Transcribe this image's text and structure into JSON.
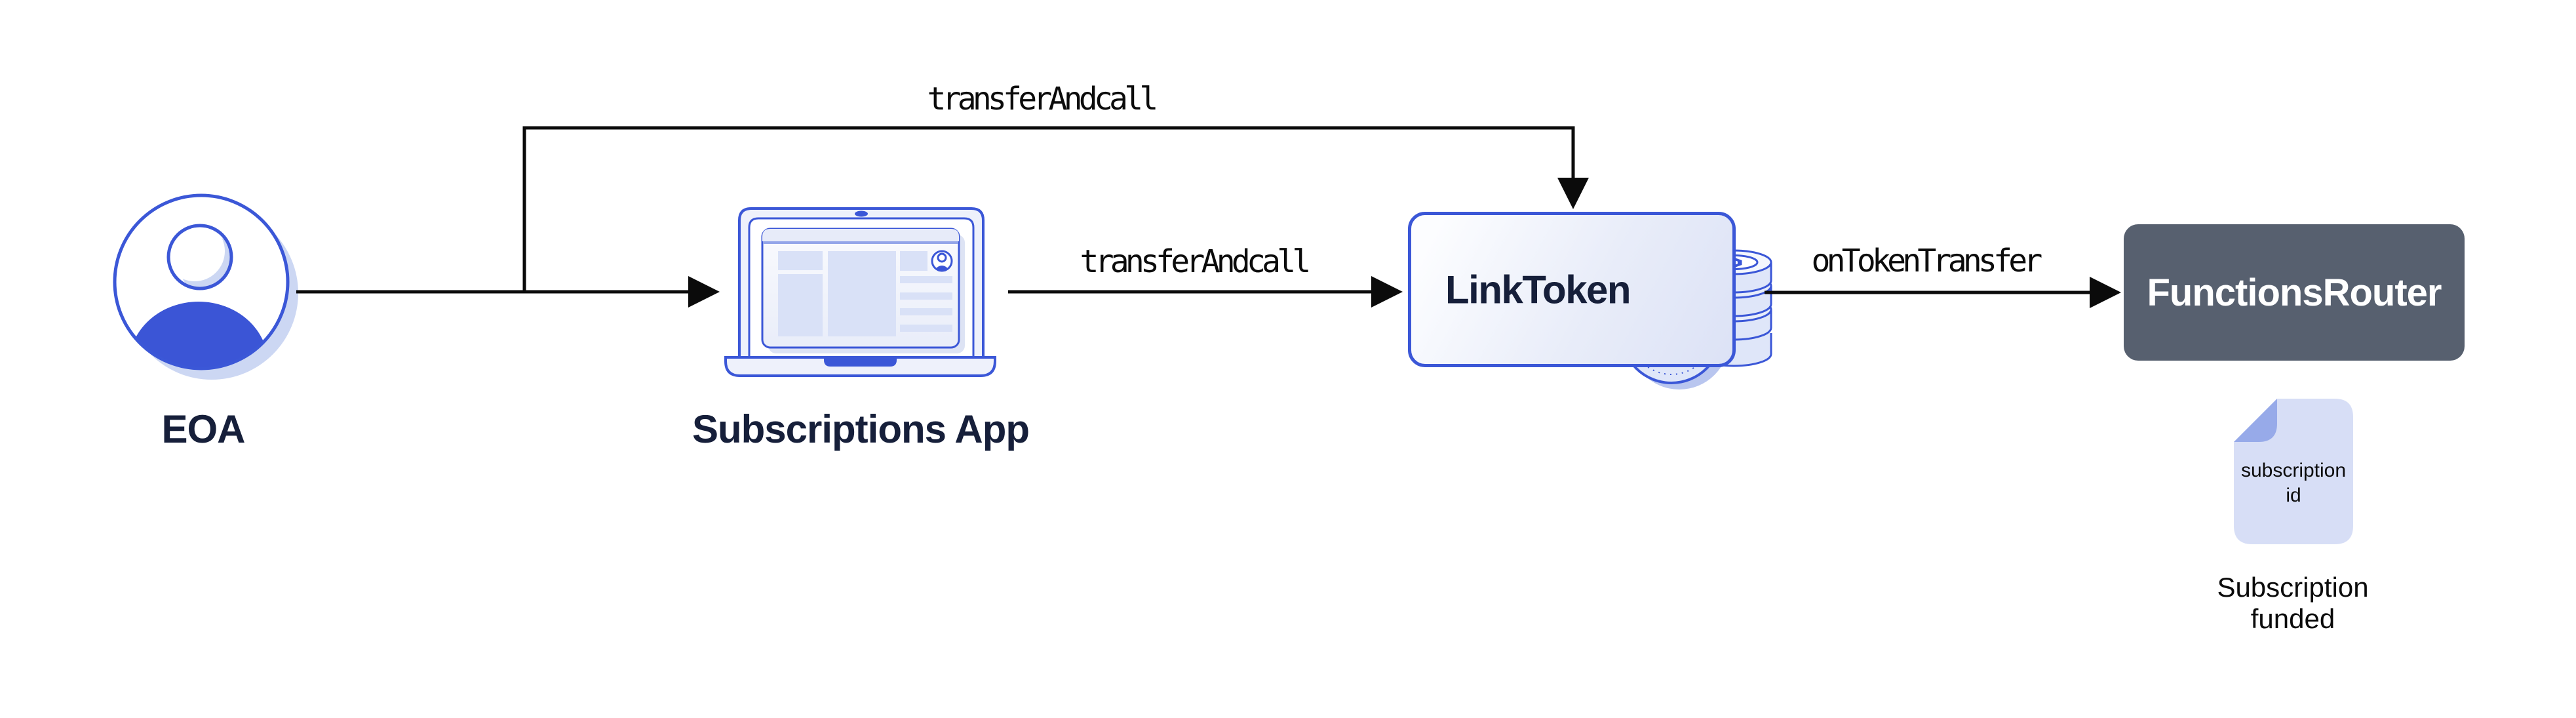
{
  "diagram": {
    "nodes": {
      "eoa": {
        "label": "EOA",
        "icon": "person-avatar-icon"
      },
      "subscriptions_app": {
        "label": "Subscriptions App",
        "icon": "laptop-icon"
      },
      "link_token": {
        "label": "LinkToken",
        "icon": "coins-icon"
      },
      "functions_router": {
        "label": "FunctionsRouter"
      }
    },
    "edges": {
      "eoa_to_link_token": {
        "label": "transferAndcall"
      },
      "app_to_link_token": {
        "label": "transferAndcall"
      },
      "link_token_to_router": {
        "label": "onTokenTransfer"
      }
    },
    "artifact": {
      "icon": "document-icon",
      "doc_line1": "subscription",
      "doc_line2": "id",
      "caption_line1": "Subscription",
      "caption_line2": "funded"
    },
    "colors": {
      "accent_blue": "#3B57D7",
      "navy_text": "#161F3A",
      "slate_box": "#57606F",
      "line_black": "#0B0B0B",
      "light_fill": "#DFE6F9",
      "shadow_blue": "#CCD7F3",
      "doc_fill": "#D7DEF6",
      "doc_fold": "#97AAE9"
    }
  }
}
